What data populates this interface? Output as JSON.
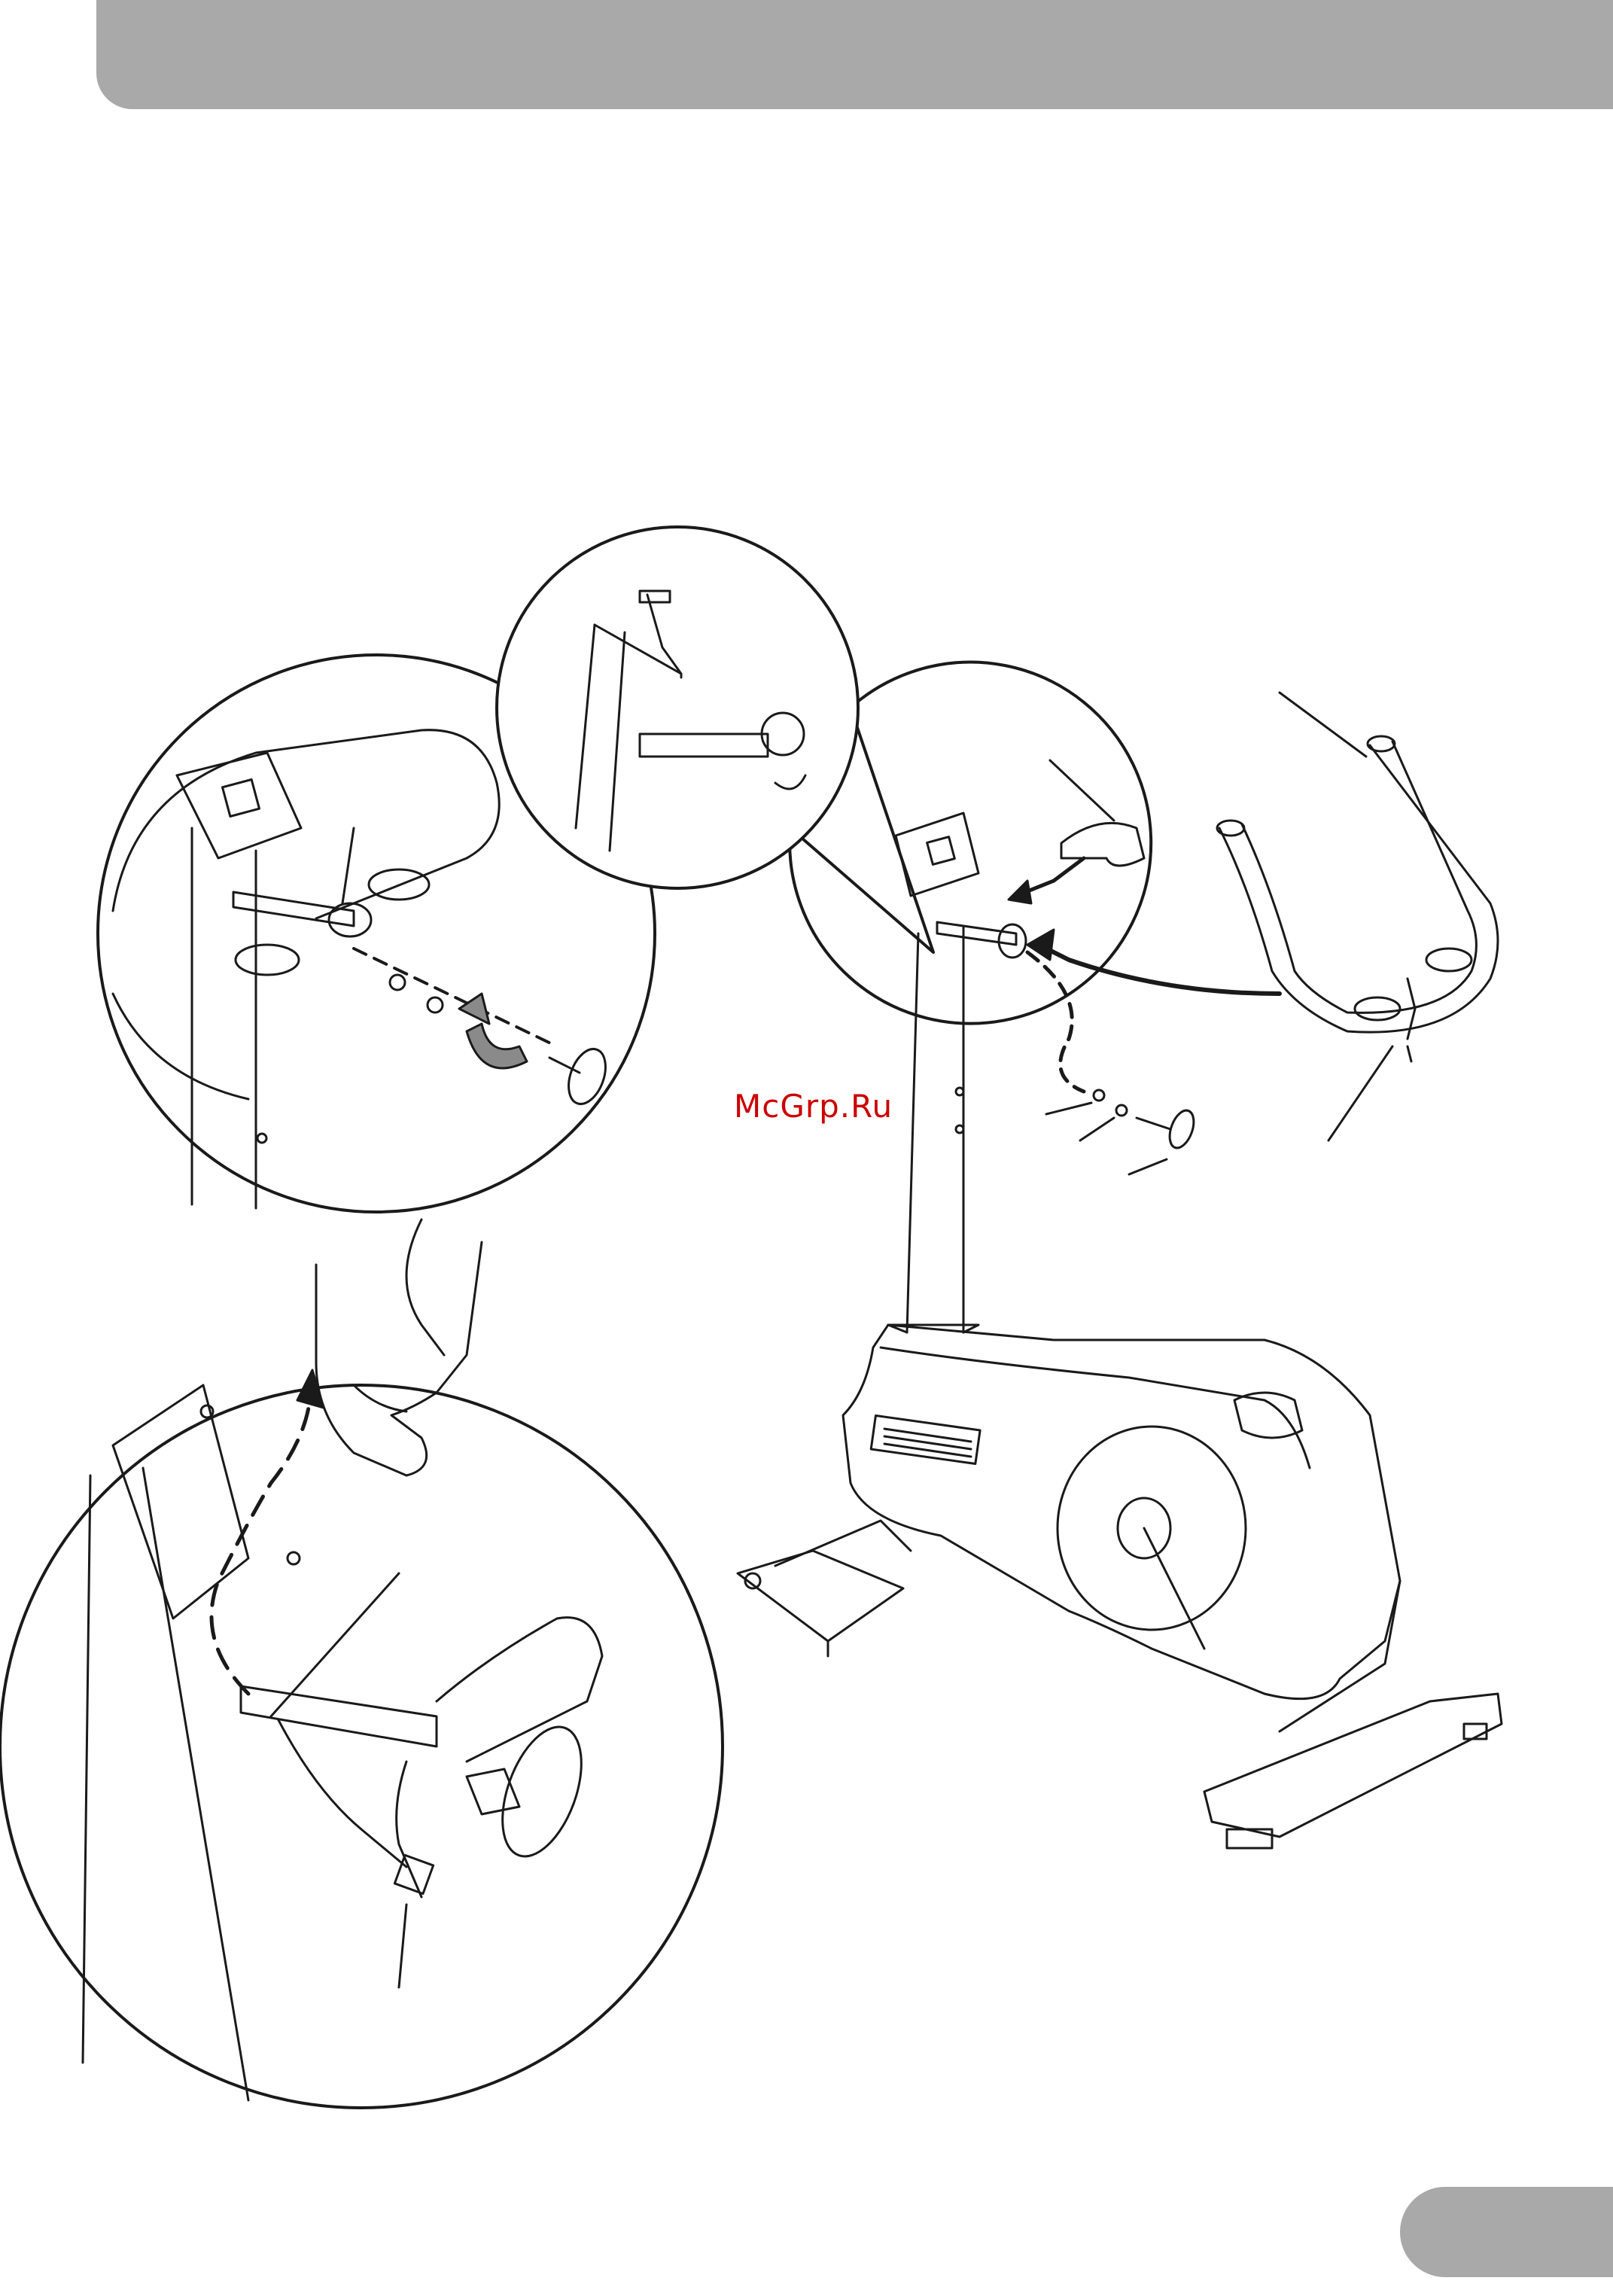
{
  "watermark": {
    "text": "McGrp.Ru",
    "color": "#cc0000"
  },
  "colors": {
    "header_bar": "#a9a9a9",
    "page_tab": "#a9a9a9",
    "line_art": "#1a1a1a",
    "clip_fill": "#8a8a8a"
  },
  "figures": [
    {
      "name": "bracket-detail-callout"
    },
    {
      "name": "console-mast-detail-callout"
    },
    {
      "name": "cable-routing-detail-callout"
    },
    {
      "name": "exercise-bike-assembly"
    }
  ]
}
